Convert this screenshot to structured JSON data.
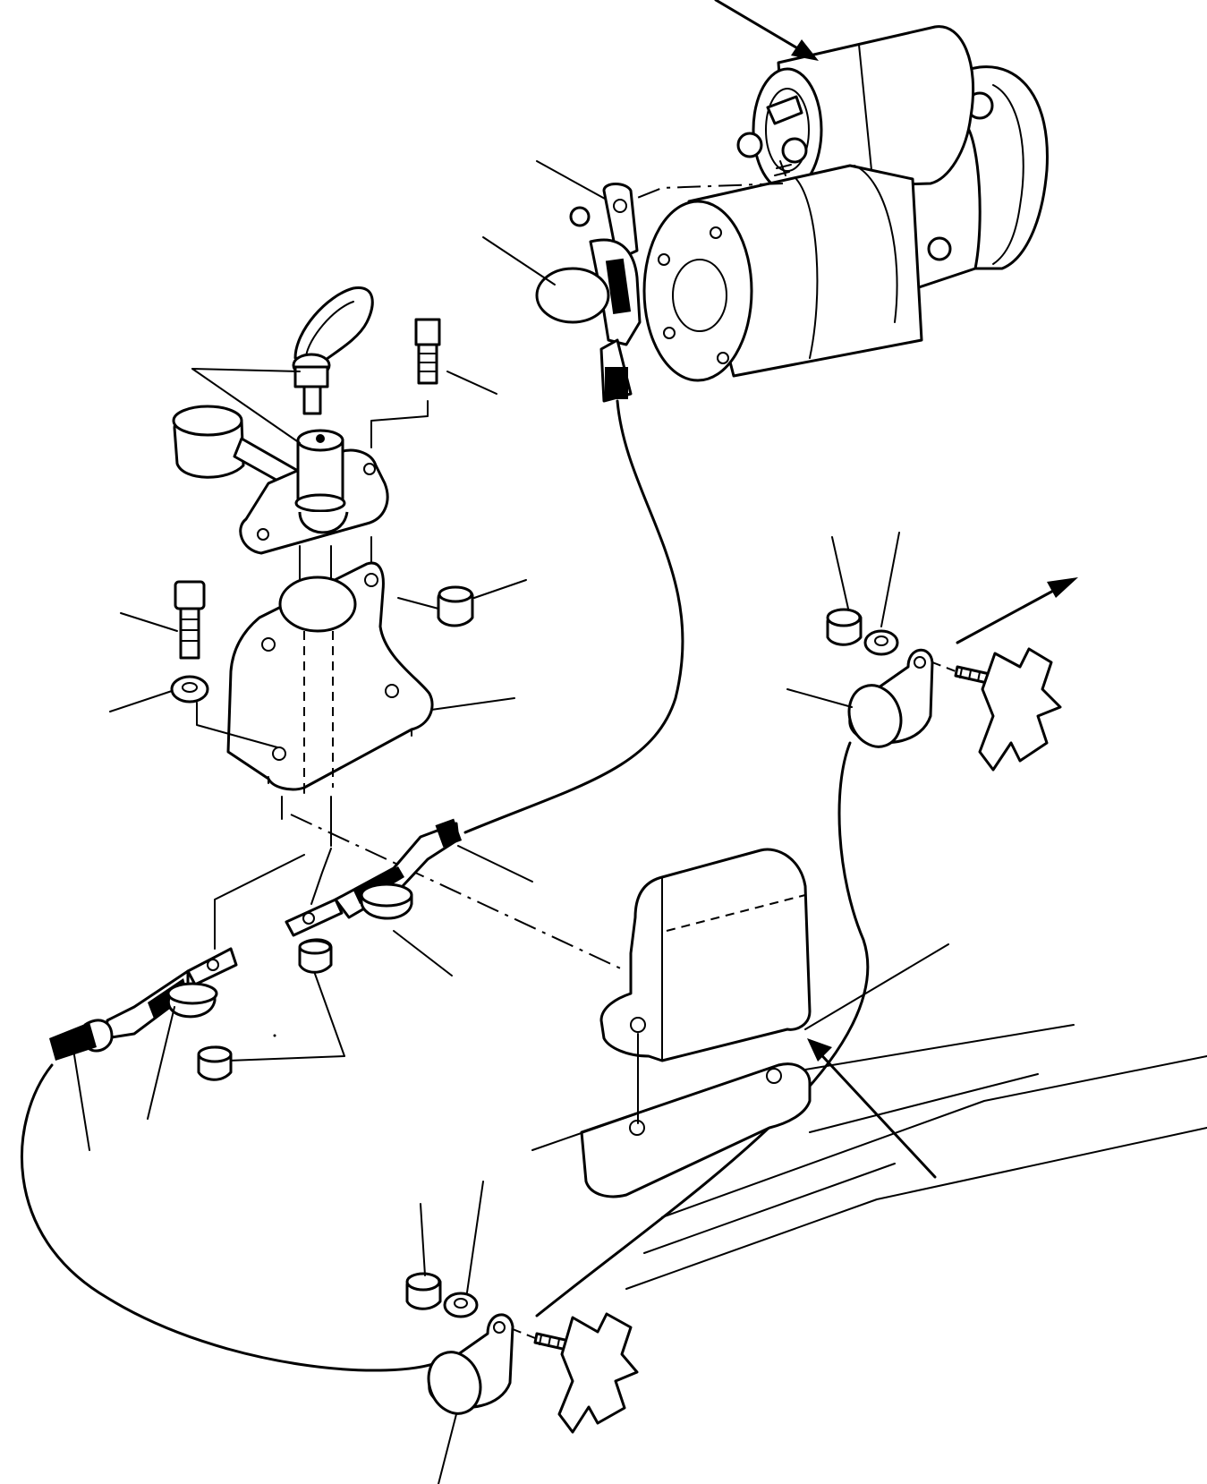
{
  "diagram": {
    "parts": [
      {
        "id": "starter-motor",
        "icon": "starter-motor-icon"
      },
      {
        "id": "isolator-key",
        "icon": "key-icon"
      },
      {
        "id": "switch-cover-cap",
        "icon": "cap-icon"
      },
      {
        "id": "battery-isolator-switch",
        "icon": "switch-icon"
      },
      {
        "id": "mounting-bracket",
        "icon": "bracket-icon"
      },
      {
        "id": "battery-cable",
        "icon": "cable-icon"
      },
      {
        "id": "cable-clip",
        "icon": "clip-icon"
      },
      {
        "id": "chassis-mount-plate",
        "icon": "plate-icon"
      }
    ]
  }
}
